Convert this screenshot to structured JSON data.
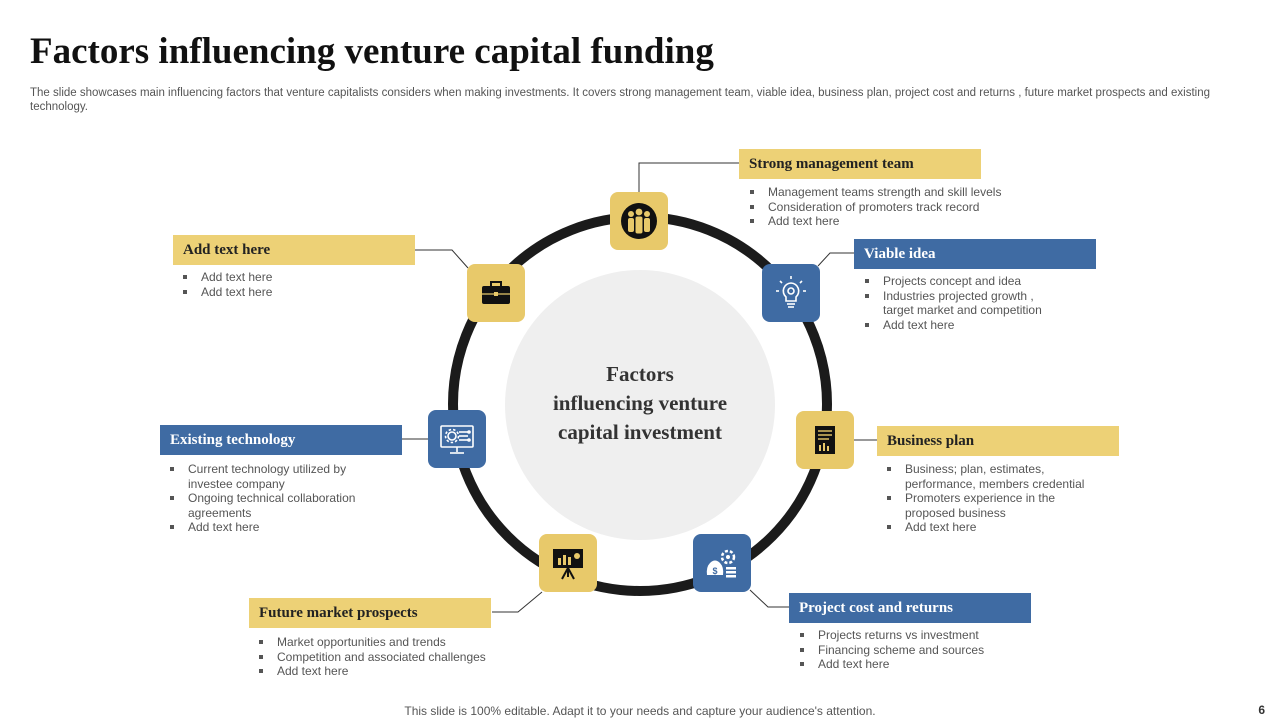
{
  "header": {
    "title": "Factors influencing venture capital funding",
    "subtitle": "The slide showcases main influencing factors that venture capitalists considers when making investments. It covers strong management team, viable idea, business plan, project cost and returns , future market prospects and existing technology."
  },
  "center": {
    "line1": "Factors",
    "line2": "influencing venture",
    "line3": "capital investment"
  },
  "factors": [
    {
      "label": "Strong management team",
      "icon": "team-icon",
      "style": "yellow",
      "bullets": [
        "Management teams strength and skill levels",
        "Consideration of promoters track record",
        "Add text here"
      ]
    },
    {
      "label": "Viable idea",
      "icon": "lightbulb-icon",
      "style": "blue",
      "bullets": [
        "Projects concept and idea",
        "Industries projected growth ,",
        "target market and competition",
        "Add text here"
      ]
    },
    {
      "label": "Business plan",
      "icon": "document-icon",
      "style": "yellow",
      "bullets": [
        "Business; plan, estimates,",
        "performance, members credential",
        "Promoters experience in the",
        "proposed business",
        "Add text here"
      ]
    },
    {
      "label": "Project  cost and returns",
      "icon": "money-gear-icon",
      "style": "blue",
      "bullets": [
        "Projects returns vs investment",
        "Financing scheme and sources",
        "Add text here"
      ]
    },
    {
      "label": "Future  market prospects",
      "icon": "presentation-icon",
      "style": "yellow",
      "bullets": [
        "Market opportunities and trends",
        "Competition and associated challenges",
        "Add text here"
      ]
    },
    {
      "label": "Existing  technology",
      "icon": "tech-monitor-icon",
      "style": "blue",
      "bullets": [
        "Current technology utilized by",
        "investee company",
        "Ongoing technical collaboration",
        "agreements",
        "Add text here"
      ]
    },
    {
      "label": "Add text here",
      "icon": "briefcase-icon",
      "style": "yellow",
      "bullets": [
        "Add text here",
        "Add text here"
      ]
    }
  ],
  "colors": {
    "yellow": "#edd176",
    "blue": "#3f6ba3",
    "ring": "#1b1b1b",
    "disc": "#efefef"
  },
  "footer": {
    "note": "This slide is 100% editable. Adapt it to your needs and capture your audience's attention.",
    "page": "6"
  }
}
